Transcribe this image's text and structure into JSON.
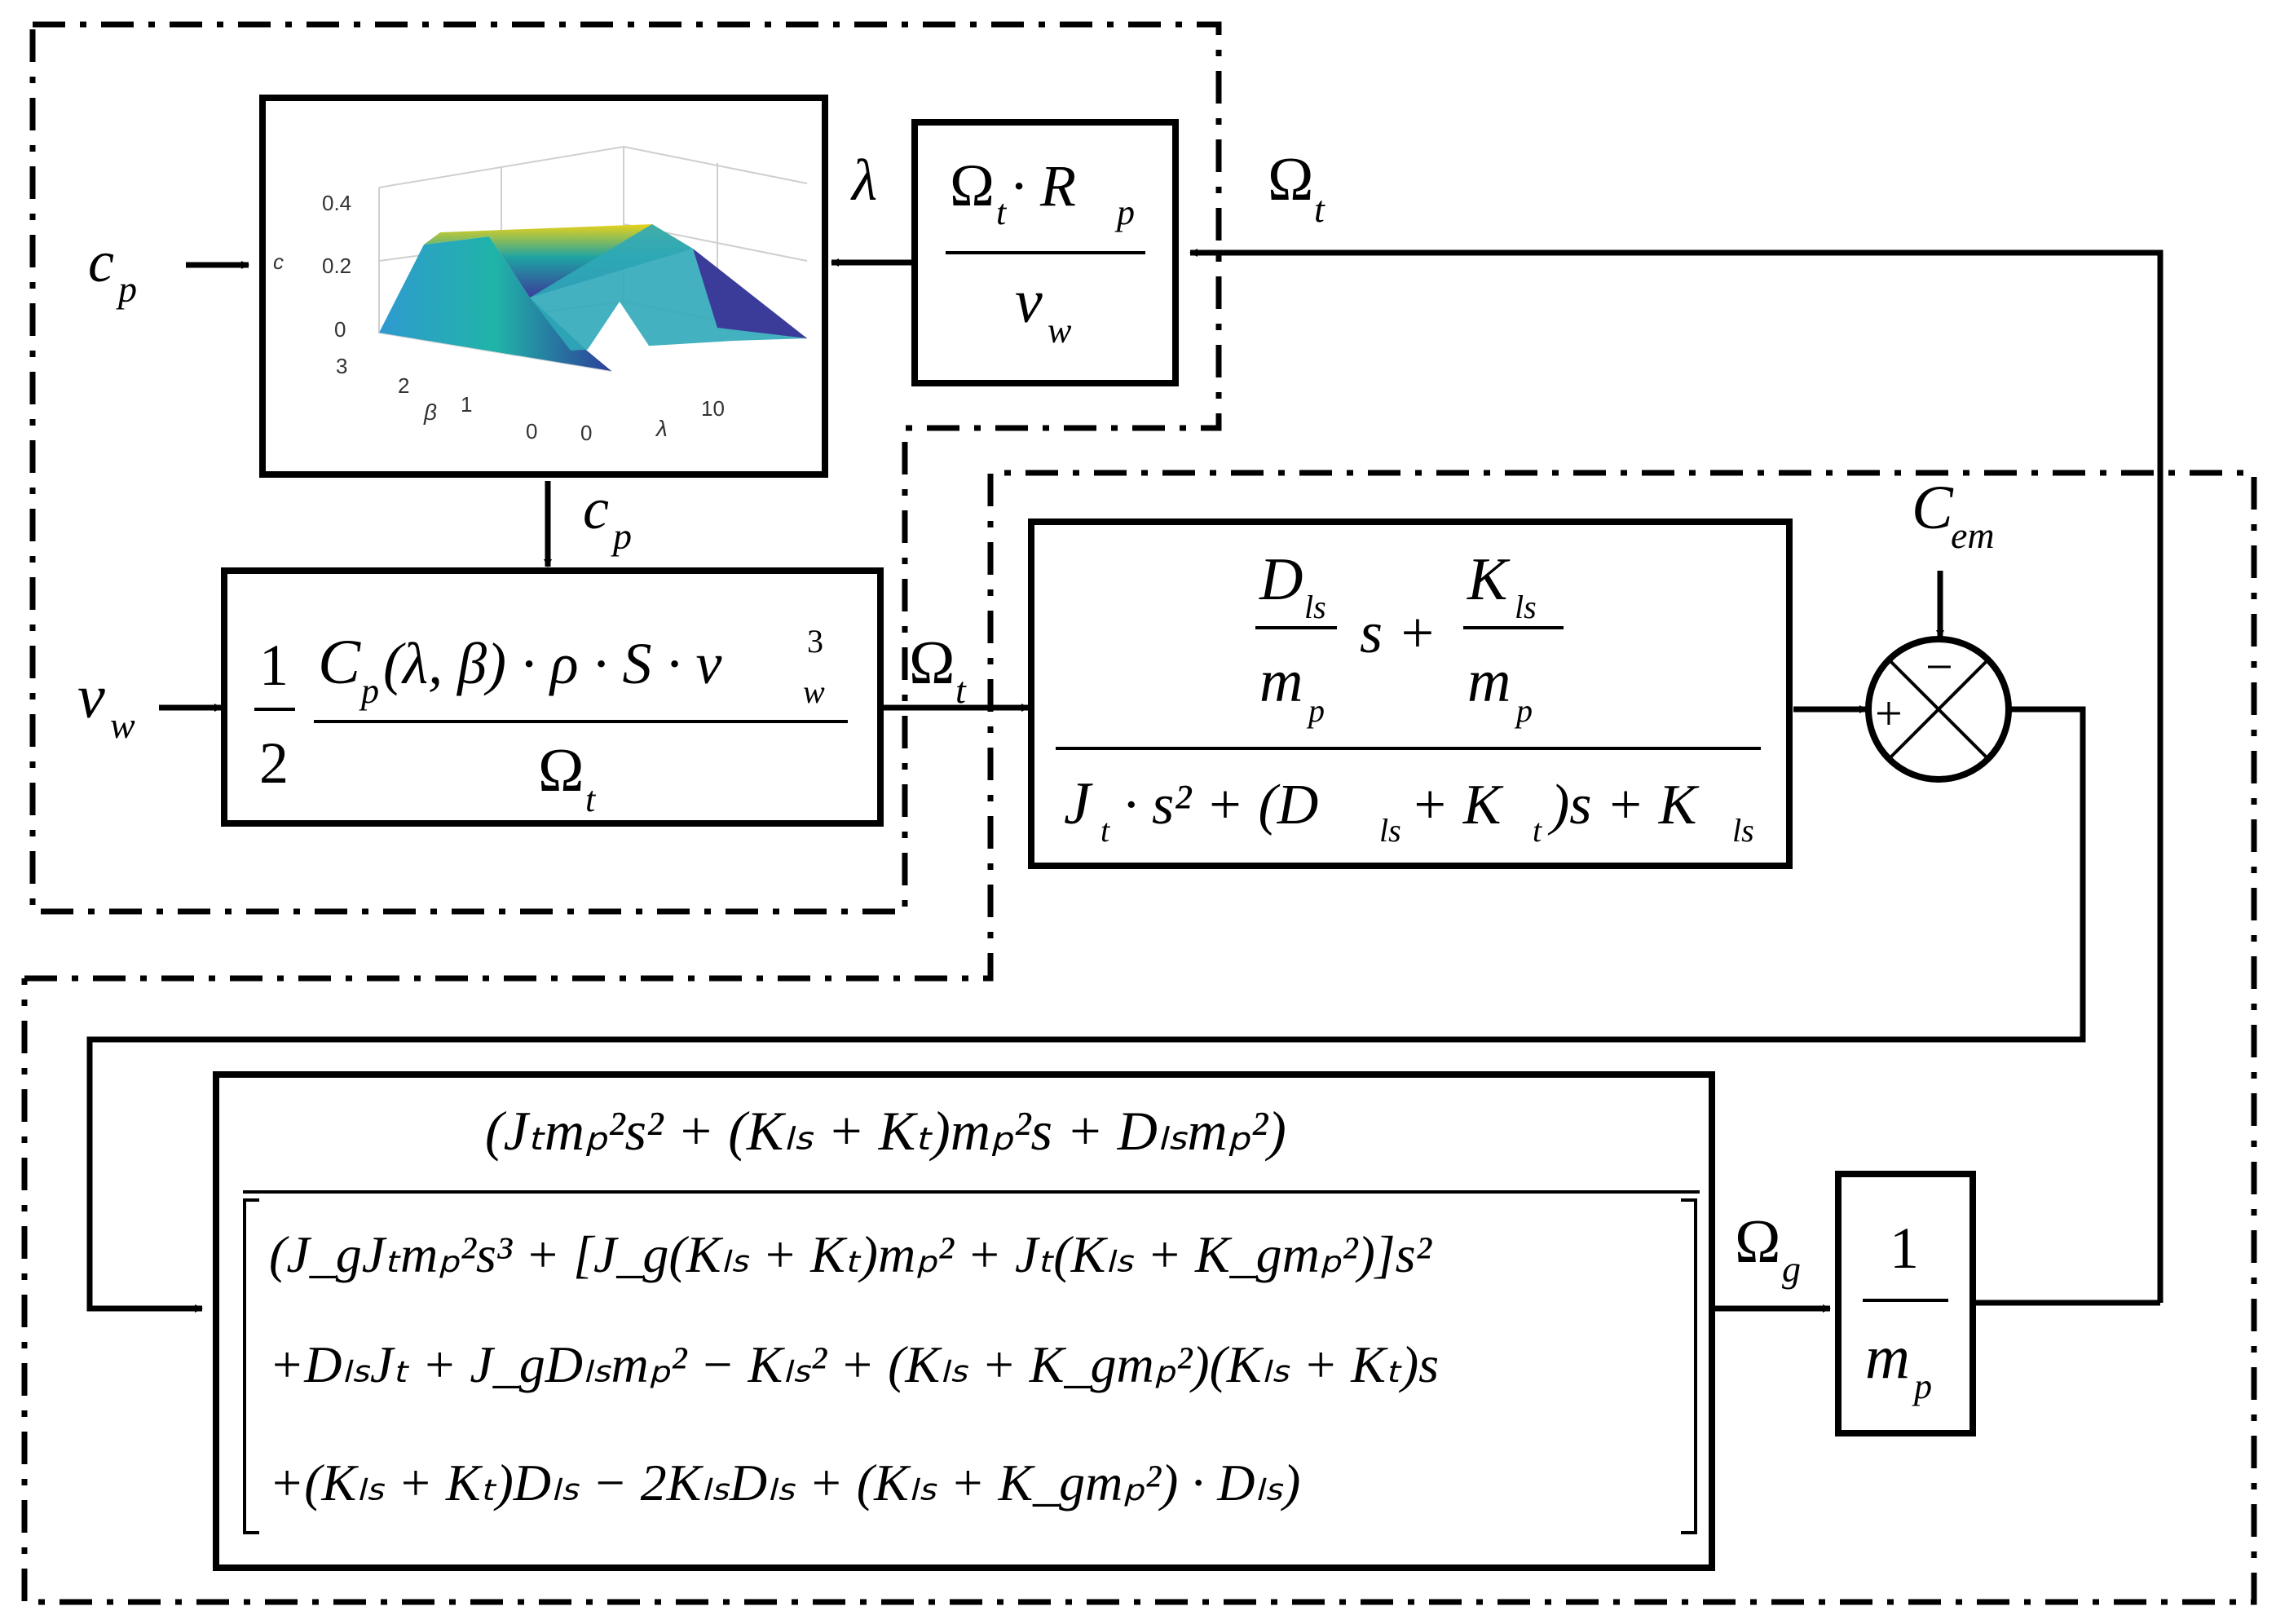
{
  "labels": {
    "cp_input": "c",
    "cp_input_sub": "p",
    "cp_output": "c",
    "cp_output_sub": "p",
    "vw_input": "v",
    "vw_input_sub": "w",
    "lambda_signal": "λ",
    "omega_t_top": "Ω",
    "omega_t_top_sub": "t",
    "omega_t_mid": "Ω",
    "omega_t_mid_sub": "t",
    "omega_g": "Ω",
    "omega_g_sub": "g",
    "cem": "C",
    "cem_sub": "em",
    "sum_plus": "+",
    "sum_minus": "−"
  },
  "surface_plot": {
    "z_ticks": [
      "0.4",
      "0.2",
      "0"
    ],
    "z_label": "c",
    "beta_ticks": [
      "3",
      "2",
      "1",
      "0"
    ],
    "beta_label": "β",
    "lambda_ticks": [
      "0",
      "10"
    ],
    "lambda_label": "λ"
  },
  "blocks": {
    "lambda_block": {
      "num": "Ω",
      "num_sub": "t",
      "num_rest": "· R",
      "num_rest_sub": "p",
      "den": "v",
      "den_sub": "w"
    },
    "torque_block": {
      "coef_num": "1",
      "coef_den": "2",
      "num": "C",
      "num_sub": "p",
      "num_args": "(λ, β) · ρ · S · v",
      "num_w": "w",
      "num_exp": "3",
      "den": "Ω",
      "den_sub": "t"
    },
    "shaft_block": {
      "num_a": "D",
      "num_a_sub": "ls",
      "num_a_den": "m",
      "num_a_den_sub": "p",
      "num_s_plus": "s +",
      "num_b": "K",
      "num_b_sub": "ls",
      "num_b_den": "m",
      "num_b_den_sub": "p",
      "den": "J",
      "den_sub": "t",
      "den_rest": "· s² + (D",
      "den_ls": "ls",
      "den_plus_k": " + K",
      "den_t": "t",
      "den_close": ")s + K",
      "den_ls2": "ls"
    },
    "gen_block": {
      "num": "(Jₜmₚ²s² + (Kₗₛ + Kₜ)mₚ²s + Dₗₛmₚ²)",
      "den_line1": "(J_gJₜmₚ²s³ + [J_g(Kₗₛ + Kₜ)mₚ² + Jₜ(Kₗₛ + K_gmₚ²)]s²",
      "den_line2": "+DₗₛJₜ + J_gDₗₛmₚ² − Kₗₛ² + (Kₗₛ + K_gmₚ²)(Kₗₛ + Kₜ)s",
      "den_line3": "+(Kₗₛ + Kₜ)Dₗₛ − 2KₗₛDₗₛ + (Kₗₛ + K_gmₚ²) · Dₗₛ)"
    },
    "gear_block": {
      "num": "1",
      "den": "m",
      "den_sub": "p"
    }
  },
  "colors": {
    "line": "#000000",
    "surface_low": "#3b3c9a",
    "surface_mid": "#1fa3a3",
    "surface_high": "#e8d21a"
  }
}
